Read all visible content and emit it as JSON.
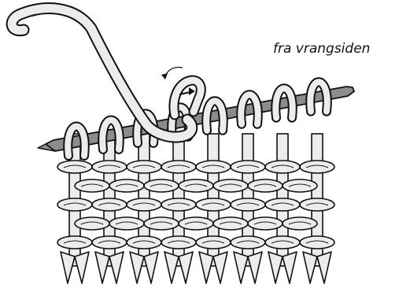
{
  "caption": "fra vrangsiden",
  "colors": {
    "yarn": "#ececec",
    "outline": "#111111",
    "needle": "#8c8c8c",
    "background": "#ffffff"
  },
  "icons": {
    "direction_arrow": "curved-arrow-icon"
  },
  "stitch_grid": {
    "columns": 8,
    "rows": 5
  }
}
